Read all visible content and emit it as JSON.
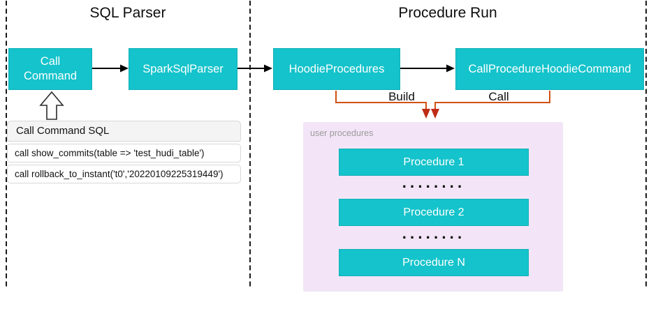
{
  "diagram": {
    "lanes": [
      {
        "id": "sql-parser",
        "title": "SQL Parser"
      },
      {
        "id": "procedure-run",
        "title": "Procedure Run"
      }
    ],
    "nodes": {
      "call_command": "Call Command",
      "spark_sql_parser": "SparkSqlParser",
      "hoodie_procedures": "HoodieProcedures",
      "call_procedure_hoodie_command": "CallProcedureHoodieCommand"
    },
    "edges": {
      "build_label": "Build",
      "call_label": "Call"
    },
    "sql_panel": {
      "title": "Call Command SQL",
      "rows": [
        "call show_commits(table => 'test_hudi_table')",
        "call rollback_to_instant('t0','20220109225319449')"
      ]
    },
    "user_procedures": {
      "label": "user procedures",
      "items": [
        "Procedure 1",
        "Procedure 2",
        "Procedure N"
      ],
      "dots": "········"
    },
    "colors": {
      "teal": "#14c3cb",
      "teal_border": "#12b0b8",
      "panel_purple": "#f3e5f7",
      "orange_line": "#d1500e",
      "orange_arrow": "#bf2b14",
      "gray_label": "#9a9a9a"
    }
  }
}
